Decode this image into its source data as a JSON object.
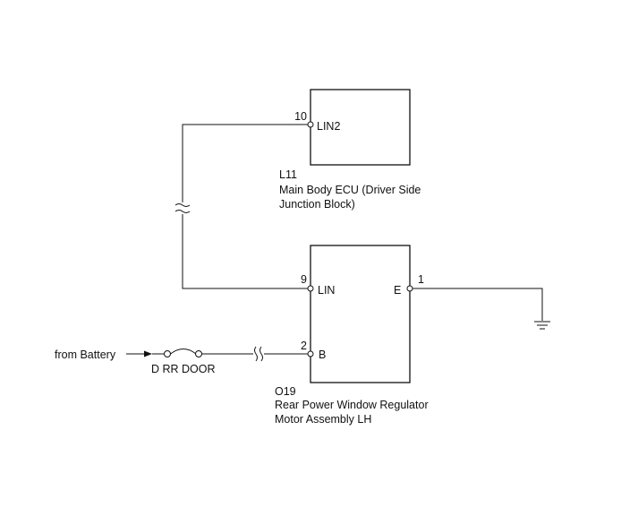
{
  "components": {
    "ecu": {
      "code": "L11",
      "name_line1": "Main Body ECU (Driver Side",
      "name_line2": "Junction Block)",
      "pin": {
        "number": "10",
        "label": "LIN2"
      }
    },
    "motor": {
      "code": "O19",
      "name_line1": "Rear Power Window Regulator",
      "name_line2": "Motor Assembly LH",
      "pins": [
        {
          "number": "9",
          "label": "LIN"
        },
        {
          "number": "2",
          "label": "B"
        },
        {
          "number": "1",
          "label": "E"
        }
      ]
    }
  },
  "power": {
    "source_label": "from Battery",
    "fuse_label": "D RR DOOR"
  },
  "ground": {
    "icon": "ground-icon"
  }
}
